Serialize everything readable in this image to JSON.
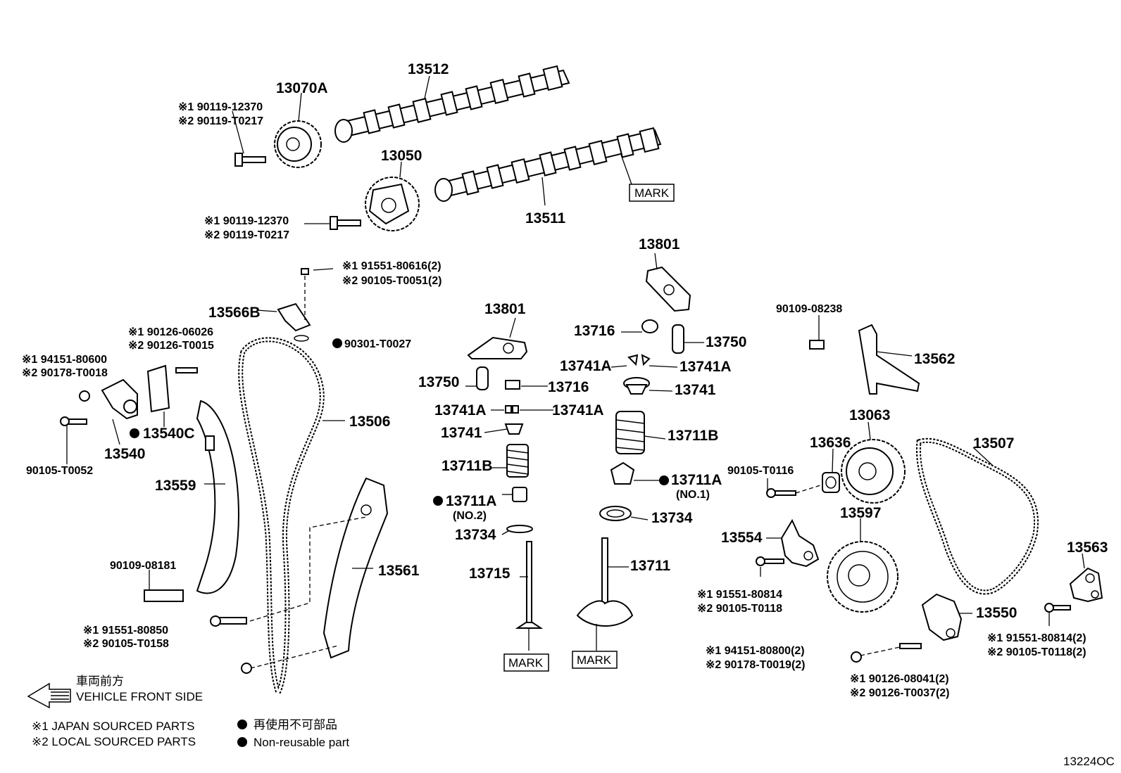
{
  "callouts": {
    "p13512": "13512",
    "p13070A": "13070A",
    "p13050": "13050",
    "p13511": "13511",
    "bolt_a_1": "※1 90119-12370",
    "bolt_a_2": "※2 90119-T0217",
    "bolt_b_1": "※1 90119-12370",
    "bolt_b_2": "※2 90119-T0217",
    "mark_cam": "MARK",
    "bolt_c_1": "※1 91551-80616(2)",
    "bolt_c_2": "※2 90105-T0051(2)",
    "p13566B": "13566B",
    "p90301": "90301-T0027",
    "stud_1": "※1 90126-06026",
    "stud_2": "※2 90126-T0015",
    "nut_1": "※1  94151-80600",
    "nut_2": "※2  90178-T0018",
    "p13540C": "13540C",
    "p13540": "13540",
    "p90105_T0052": "90105-T0052",
    "p13506": "13506",
    "p13559": "13559",
    "p90109_08181": "90109-08181",
    "p13561": "13561",
    "bolt_d_1": "※1 91551-80850",
    "bolt_d_2": "※2 90105-T0158",
    "p13801_left": "13801",
    "p13750_left": "13750",
    "p13716_left": "13716",
    "p13741A_l1": "13741A",
    "p13741A_l2": "13741A",
    "p13741_left": "13741",
    "p13711B_left": "13711B",
    "p13711A_left": "13711A",
    "no2": "(NO.2)",
    "p13734_left": "13734",
    "p13715": "13715",
    "mark_l": "MARK",
    "p13801_right": "13801",
    "p13716_right": "13716",
    "p13750_right": "13750",
    "p13741A_r1": "13741A",
    "p13741A_r2": "13741A",
    "p13741_right": "13741",
    "p13711B_right": "13711B",
    "p13711A_right": "13711A",
    "no1": "(NO.1)",
    "p13734_right": "13734",
    "p13711": "13711",
    "mark_r": "MARK",
    "p90109_08238": "90109-08238",
    "p13562": "13562",
    "p13063": "13063",
    "p13636": "13636",
    "p90105_T0116": "90105-T0116",
    "p13507": "13507",
    "p13554": "13554",
    "p13597": "13597",
    "bolt_e_1": "※1 91551-80814",
    "bolt_e_2": "※2 90105-T0118",
    "p13563": "13563",
    "p13550": "13550",
    "bolt_f_1": "※1 91551-80814(2)",
    "bolt_f_2": "※2 90105-T0118(2)",
    "nut_g_1": "※1 94151-80800(2)",
    "nut_g_2": "※2 90178-T0019(2)",
    "stud_h_1": "※1 90126-08041(2)",
    "stud_h_2": "※2 90126-T0037(2)"
  },
  "legend": {
    "front_jp": "車両前方",
    "front_en": "VEHICLE FRONT SIDE",
    "source1": "※1 JAPAN SOURCED PARTS",
    "source2": "※2 LOCAL SOURCED PARTS",
    "nonreuse_jp": "再使用不可部品",
    "nonreuse_en": "Non-reusable part"
  },
  "figure_id": "13224OC"
}
